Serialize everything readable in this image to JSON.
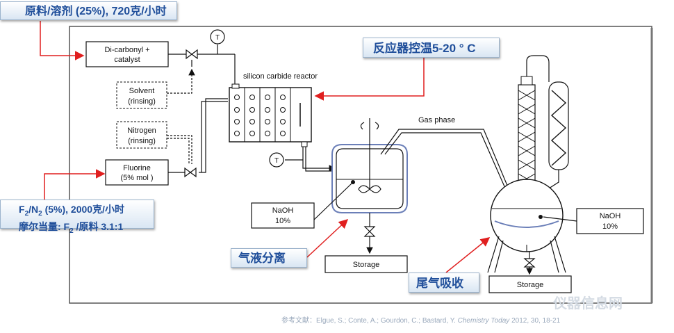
{
  "boxes": {
    "dicarbonyl": [
      "Di-carbonyl +",
      "catalyst"
    ],
    "solvent": [
      "Solvent",
      "(rinsing)"
    ],
    "nitrogen": [
      "Nitrogen",
      "(rinsing)"
    ],
    "fluorine": [
      "Fluorine",
      "(5% mol )"
    ],
    "naoh_left": [
      "NaOH",
      "10%"
    ],
    "naoh_right": [
      "NaOH",
      "10%"
    ],
    "storage_left": "Storage",
    "storage_right": "Storage"
  },
  "labels": {
    "reactor": "silicon carbide reactor",
    "gas_phase": "Gas phase",
    "thermometer": "T"
  },
  "callouts": {
    "feed": "原料/溶剂 (25%), 720克/小时",
    "fluorine_line1_a": "F",
    "fluorine_line1_sub1": "2",
    "fluorine_line1_b": "/N",
    "fluorine_line1_sub2": "2",
    "fluorine_line1_c": " (5%), 2000克/小时",
    "fluorine_line2_a": "摩尔当量: F",
    "fluorine_line2_sub": "2",
    "fluorine_line2_b": " /原料 3.1:1",
    "temperature": "反应器控温5-20 ° C",
    "separation": "气液分离",
    "tail_gas": "尾气吸收"
  },
  "reference": {
    "prefix": "参考文献：Elgue, S.; Conte, A.; Gourdon, C.; Bastard, Y. ",
    "journal": "Chemistry Today",
    "suffix": " 2012, 30, 18-21"
  },
  "watermark": "仪器信息网",
  "colors": {
    "callout_text": "#1f4e9a",
    "arrow": "#e01f1f",
    "line": "#111111",
    "frame": "#555555"
  }
}
